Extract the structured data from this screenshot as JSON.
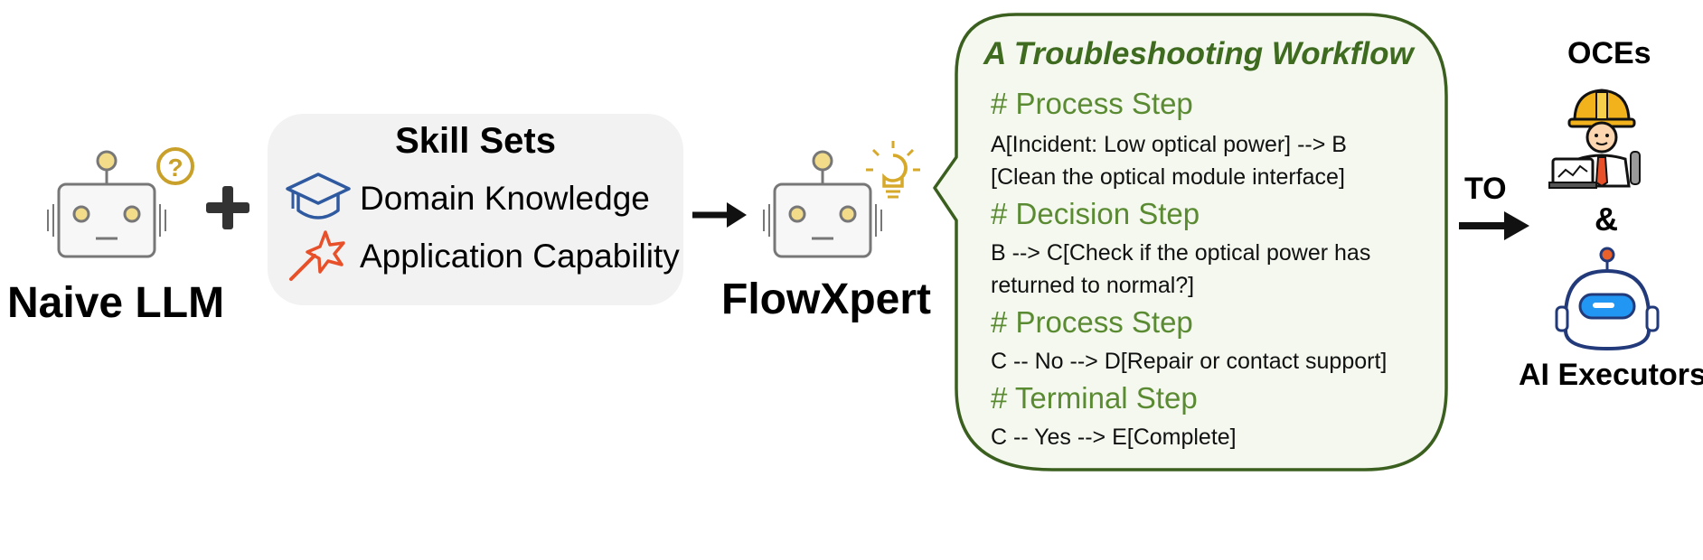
{
  "naive": {
    "label": "Naive LLM",
    "badge_icon": "question-icon"
  },
  "skills": {
    "title": "Skill Sets",
    "items": [
      {
        "label": "Domain Knowledge",
        "icon": "graduation-cap-icon"
      },
      {
        "label": "Application Capability",
        "icon": "magic-wand-icon"
      }
    ]
  },
  "flowxpert": {
    "label": "FlowXpert",
    "badge_icon": "lightbulb-icon"
  },
  "workflow": {
    "title": "A Troubleshooting Workflow",
    "steps": [
      {
        "heading": "# Process Step",
        "lines": [
          "A[Incident: Low optical power] --> B",
          "[Clean the optical module interface]"
        ]
      },
      {
        "heading": "# Decision Step",
        "lines": [
          "B --> C[Check if the optical power has",
          "returned to normal?]"
        ]
      },
      {
        "heading": "# Process Step",
        "lines": [
          "C -- No --> D[Repair or contact support]"
        ]
      },
      {
        "heading": "# Terminal Step",
        "lines": [
          "C -- Yes --> E[Complete]"
        ]
      }
    ]
  },
  "targets": {
    "to_label": "TO",
    "oces_label": "OCEs",
    "amp": "&",
    "ai_label": "AI Executors"
  },
  "colors": {
    "title_green": "#3e6b1f",
    "step_green": "#5a8a32",
    "bubble_border": "#3a5f1f",
    "bubble_fill": "#f4f8ee",
    "robot_gold": "#c8a02a",
    "panel_bg": "#f2f2f2"
  }
}
